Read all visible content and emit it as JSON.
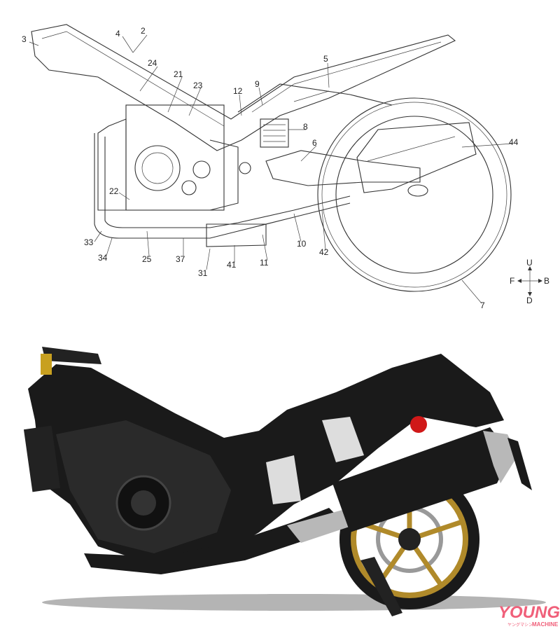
{
  "patent_drawing": {
    "reference_numerals": [
      "3",
      "4",
      "2",
      "24",
      "21",
      "23",
      "12",
      "9",
      "5",
      "8",
      "6",
      "44",
      "22",
      "33",
      "34",
      "25",
      "37",
      "31",
      "41",
      "11",
      "10",
      "42",
      "7"
    ],
    "direction_indicator": {
      "up": "U",
      "down": "D",
      "front": "F",
      "back": "B"
    }
  },
  "photo": {
    "watermark": {
      "brand": "YOUNG",
      "sub": "MACHINE",
      "kana": "ヤングマシン"
    },
    "colors": {
      "frame": "#1a1a1a",
      "rim": "#b08a2a",
      "exhaust_tip": "#b8b8b8",
      "accent_red": "#d01818"
    }
  }
}
